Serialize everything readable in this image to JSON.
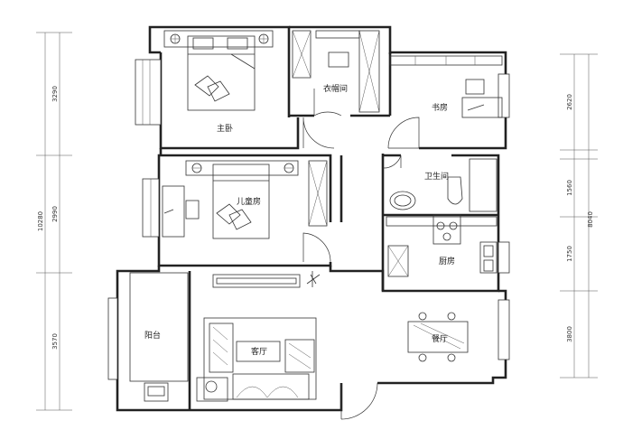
{
  "rooms": {
    "master_bedroom": "主卧",
    "closet": "衣帽间",
    "study": "书房",
    "bathroom": "卫生间",
    "kids_room": "儿童房",
    "kitchen": "厨房",
    "balcony": "阳台",
    "living_room": "客厅",
    "dining_room": "餐厅"
  },
  "dimensions": {
    "left_top": "3290",
    "left_mid": "2990",
    "left_total": "10280",
    "left_bottom": "3570",
    "right_top": "2620",
    "right_mid1": "1560",
    "right_mid2": "1750",
    "right_total": "8040",
    "right_bottom": "3800"
  }
}
